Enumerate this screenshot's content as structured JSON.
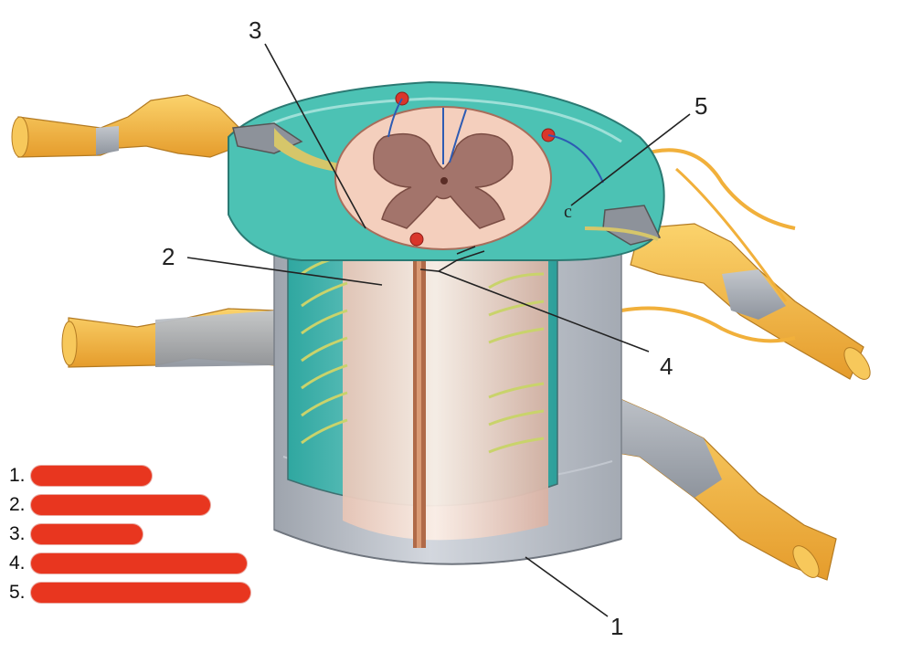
{
  "diagram": {
    "callouts": [
      {
        "id": "1",
        "label": "1"
      },
      {
        "id": "2",
        "label": "2"
      },
      {
        "id": "3",
        "label": "3"
      },
      {
        "id": "4",
        "label": "4"
      },
      {
        "id": "5",
        "label": "5"
      }
    ],
    "letter_mark": "c"
  },
  "legend": {
    "items": [
      {
        "number": "1.",
        "redacted": true
      },
      {
        "number": "2.",
        "redacted": true
      },
      {
        "number": "3.",
        "redacted": true
      },
      {
        "number": "4.",
        "redacted": true
      },
      {
        "number": "5.",
        "redacted": true
      }
    ]
  },
  "colors": {
    "nerve": "#f4b63c",
    "nerve_dark": "#d8912a",
    "grey_tissue": "#a9aeb6",
    "teal": "#3cb6a7",
    "cord_white": "#f3d2c2",
    "gray_matter": "#a3746b",
    "vessel_red": "#d9362b",
    "redaction": "#e8361f"
  }
}
